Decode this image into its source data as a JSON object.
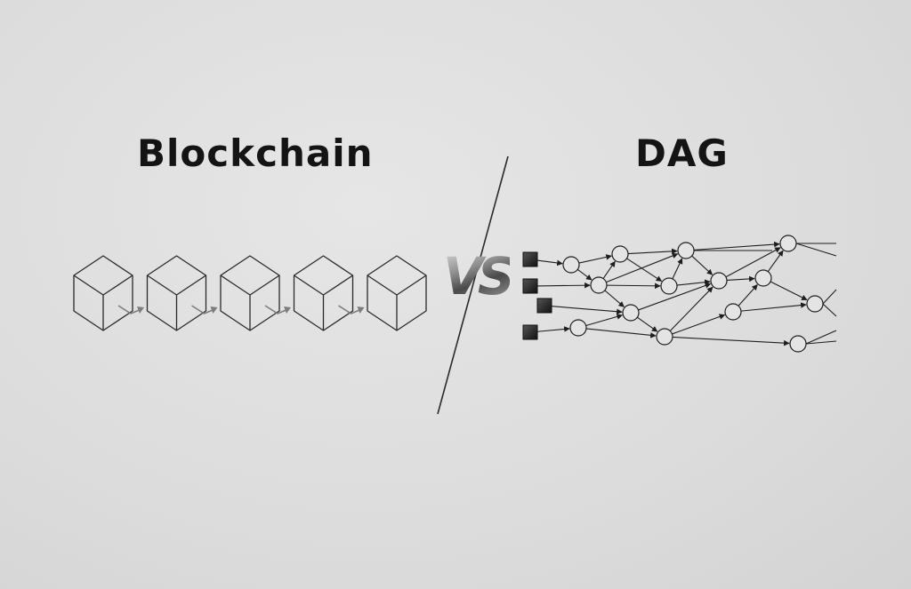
{
  "left_title": "Blockchain",
  "right_title": "DAG",
  "vs_text": "VS",
  "colors": {
    "text": "#141414",
    "line": "#2a2a2a",
    "arrow_gray": "#7d7d7d",
    "background": "#dedede"
  },
  "blockchain": {
    "block_count": 5
  },
  "dag": {
    "source_count": 4,
    "node_count": 15
  }
}
